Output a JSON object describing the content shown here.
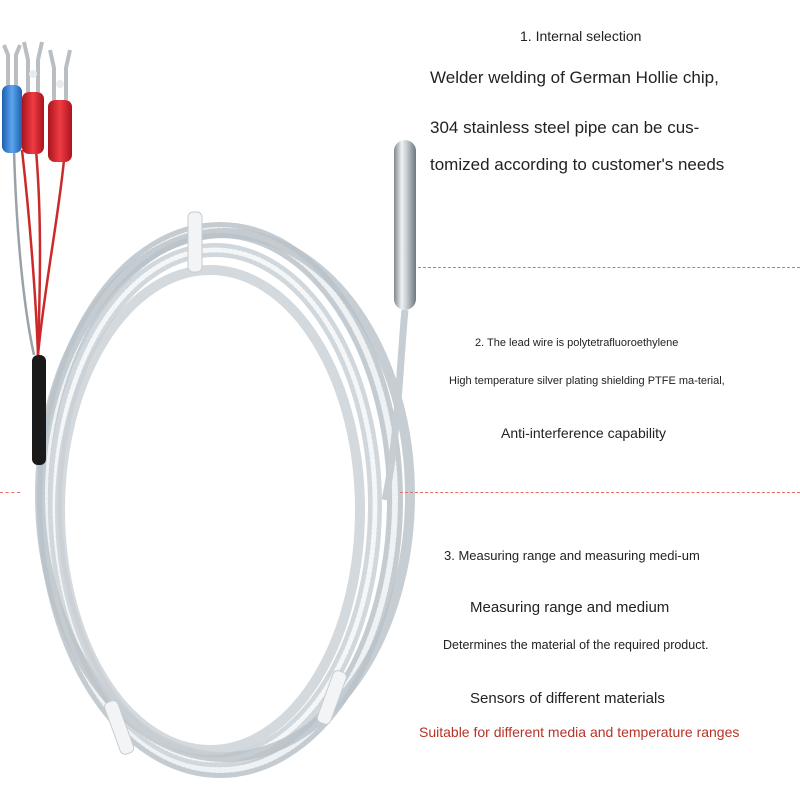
{
  "section1": {
    "title": "1. Internal selection",
    "line1": "Welder welding of German Hollie chip,",
    "line2": "304 stainless steel pipe can be cus-",
    "line3": "tomized according to customer's needs"
  },
  "section2": {
    "title": "2. The lead wire is polytetrafluoroethylene",
    "body": "High temperature silver plating shielding PTFE ma-terial,",
    "capability": "Anti-interference capability"
  },
  "section3": {
    "title": "3. Measuring range and measuring medi-um",
    "subtitle": "Measuring range and medium",
    "body": "Determines the material of the required product.",
    "sensors": "Sensors of different materials",
    "note": "Suitable for different media and temperature ranges"
  },
  "colors": {
    "divider": "#e0706a",
    "note_text": "#b83228",
    "terminal_blue": "#3a86d6",
    "terminal_red": "#d9232e",
    "cable_silver": "#cfd8de"
  }
}
